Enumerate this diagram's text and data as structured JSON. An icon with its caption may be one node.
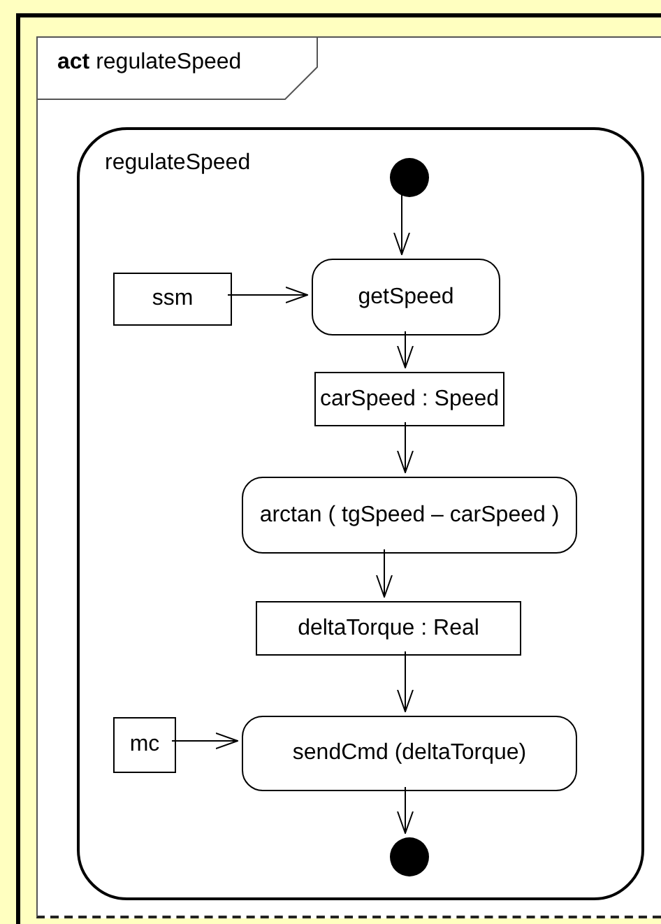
{
  "diagram": {
    "nodes": [
      {
        "text": [
          "**act** regulateSpeed"
        ]
      },
      {
        "text": [
          "regulateSpeed"
        ],
        "in": 0
      },
      {
        "text": [],
        "shape": "circle",
        "in": 1
      },
      {
        "text": [
          "ssm"
        ],
        "in": 1
      },
      {
        "text": [
          "getSpeed"
        ],
        "in": 1
      },
      {
        "text": [
          "carSpeed : Speed"
        ],
        "in": 1
      },
      {
        "text": [
          "arctan ( tgSpeed – carSpeed )"
        ],
        "in": 1
      },
      {
        "text": [
          "deltaTorque : Real"
        ],
        "in": 1
      },
      {
        "text": [
          "mc"
        ],
        "in": 1
      },
      {
        "text": [
          "sendCmd (deltaTorque)"
        ],
        "in": 1
      },
      {
        "text": [],
        "shape": "circle",
        "in": 1
      }
    ],
    "edges": [
      {
        "from": 2,
        "to": 4,
        "arrow": "to"
      },
      {
        "from": 3,
        "to": 4,
        "arrow": "to"
      },
      {
        "from": 4,
        "to": 5,
        "arrow": "to"
      },
      {
        "from": 5,
        "to": 6,
        "arrow": "to"
      },
      {
        "from": 6,
        "to": 7,
        "arrow": "to"
      },
      {
        "from": 7,
        "to": 9,
        "arrow": "to"
      },
      {
        "from": 8,
        "to": 9,
        "arrow": "to"
      },
      {
        "from": 9,
        "to": 10,
        "arrow": "to"
      }
    ]
  }
}
